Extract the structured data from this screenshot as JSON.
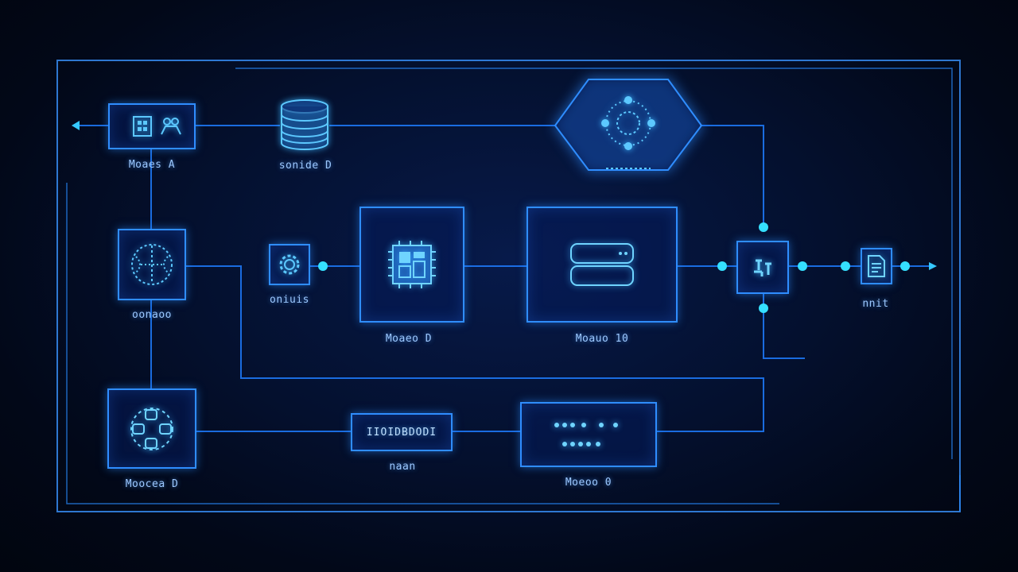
{
  "labels": {
    "module_a": "Moaes A",
    "storage": "sonide D",
    "device": "oonaoo",
    "small_node": "oniuis",
    "module_b": "Moaeo D",
    "module_c": "Moauo 10",
    "output": "nnit",
    "module_d": "Moocea D",
    "bus_sub": "naan",
    "module_e": "Moeoo 0"
  },
  "bus_text": "IIOIDBDODI",
  "colors": {
    "wire": "#1f7dff",
    "node_border": "#2f8dff",
    "dot": "#35e0ff",
    "label": "#9cc8ff"
  }
}
